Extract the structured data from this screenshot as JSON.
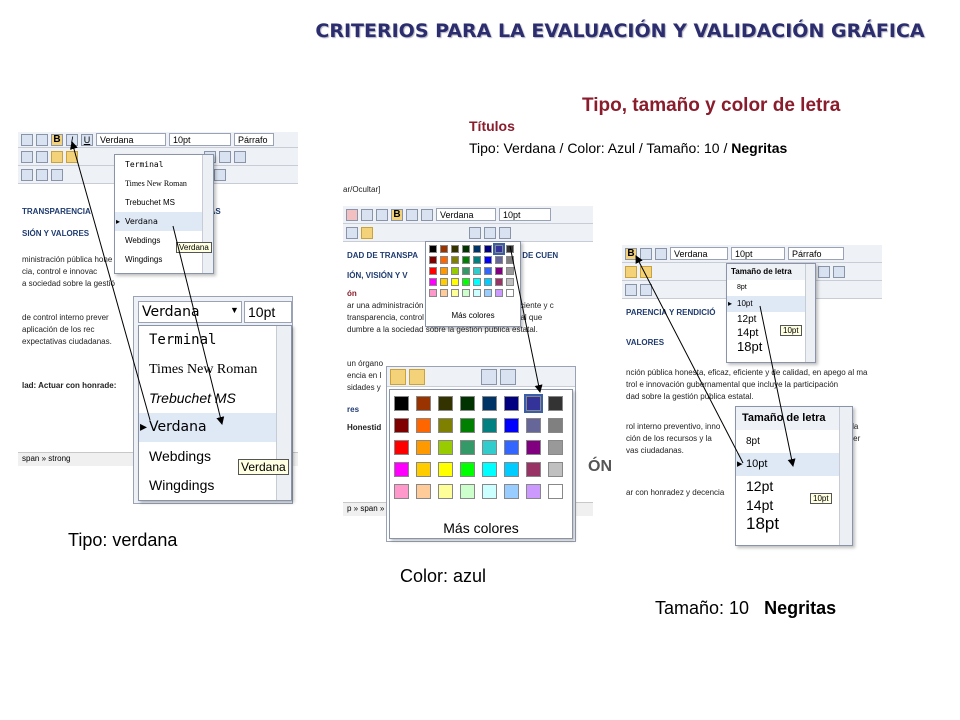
{
  "slide": {
    "title": "CRITERIOS PARA LA EVALUACIÓN Y VALIDACIÓN GRÁFICA",
    "subtitle": "Tipo, tamaño y color de letra",
    "section_label": "Títulos",
    "spec_text": "Tipo: Verdana / Color: Azul / Tamaño: 10 / ",
    "spec_bold": "Negritas",
    "caption_font": "Tipo: verdana",
    "caption_color": "Color: azul",
    "caption_size": "Tamaño: 10",
    "caption_bold": "Negritas"
  },
  "shot1": {
    "font_value": "Verdana",
    "size_value": "10pt",
    "format_value": "Párrafo",
    "fonts": [
      "Terminal",
      "Times New Roman",
      "Trebuchet MS",
      "Verdana",
      "Webdings",
      "Wingdings"
    ],
    "tooltip": "Verdana",
    "doc_line1": "TRANSPARENCIA",
    "doc_line1b": "CUENTAS",
    "doc_line2": "SIÓN Y VALORES",
    "doc_p1": "ministración pública hone",
    "doc_p2": "cia, control e innovac",
    "doc_p3": "a sociedad sobre la gestió",
    "doc_p4": "de control interno prever",
    "doc_p5": "aplicación de los rec",
    "doc_p6": "expectativas ciudadanas.",
    "doc_bold": "lad: Actuar con honrade:",
    "status": "span » strong"
  },
  "zoom1": {
    "font_value": "Verdana",
    "size_value": "10pt",
    "fonts": [
      "Terminal",
      "Times New Roman",
      "Trebuchet MS",
      "Verdana",
      "Webdings",
      "Wingdings"
    ],
    "tooltip": "Verdana"
  },
  "shot2": {
    "menu_hint": "ar/Ocultar]",
    "font_value": "Verdana",
    "size_value": "10pt",
    "more_colors": "Más colores",
    "doc_h1": "DAD DE TRANSPA",
    "doc_h1b": "ÓN DE CUEN",
    "doc_h2": "IÓN, VISIÓN Y V",
    "doc_h3": "ón",
    "doc_p1": "ar una administración pública honesta, eficaz, eficiente y c",
    "doc_p2": "transparencia, control e innovación gubernamental que",
    "doc_p3": "dumbre a la sociedad sobre la gestión pública estatal.",
    "doc_p4": "un órgano",
    "doc_p5": "encia en l",
    "doc_p6": "sidades y",
    "doc_h4": "res",
    "doc_h5": "Honestid",
    "status": "p » span »"
  },
  "zoom2": {
    "more_colors": "Más colores",
    "colors": [
      [
        "#000000",
        "#993300",
        "#333300",
        "#003300",
        "#003366",
        "#000080",
        "#333399",
        "#333333"
      ],
      [
        "#800000",
        "#ff6600",
        "#808000",
        "#008000",
        "#008080",
        "#0000ff",
        "#666699",
        "#808080"
      ],
      [
        "#ff0000",
        "#ff9900",
        "#99cc00",
        "#339966",
        "#33cccc",
        "#3366ff",
        "#800080",
        "#999999"
      ],
      [
        "#ff00ff",
        "#ffcc00",
        "#ffff00",
        "#00ff00",
        "#00ffff",
        "#00ccff",
        "#993366",
        "#c0c0c0"
      ],
      [
        "#ff99cc",
        "#ffcc99",
        "#ffff99",
        "#ccffcc",
        "#ccffff",
        "#99ccff",
        "#cc99ff",
        "#ffffff"
      ]
    ]
  },
  "shot3": {
    "font_value": "Verdana",
    "size_value": "10pt",
    "format_value": "Párrafo",
    "dropdown_header": "Tamaño de letra",
    "sizes": [
      "8pt",
      "10pt",
      "12pt",
      "14pt",
      "18pt"
    ],
    "tooltip": "10pt",
    "doc_h1": "PARENCIA Y RENDICIÓ",
    "doc_h2": "VALORES",
    "doc_p1": "nción pública honesta, eficaz, eficiente y de calidad, en apego al ma",
    "doc_p2": "trol e innovación gubernamental que incluye la participación",
    "doc_p3": "dad sobre la gestión pública estatal.",
    "doc_p4": "rol interno preventivo, inno",
    "doc_p5": "ción de los recursos y la",
    "doc_p6": "vas ciudadanas.",
    "doc_p4b": "se en la",
    "doc_p5b": "guber",
    "doc_p7": "ar con honradez y decencia"
  },
  "zoom3": {
    "dropdown_header": "Tamaño de letra",
    "sizes": [
      "8pt",
      "10pt",
      "12pt",
      "14pt",
      "18pt"
    ],
    "tooltip": "10pt",
    "side_text": "ÓN"
  }
}
